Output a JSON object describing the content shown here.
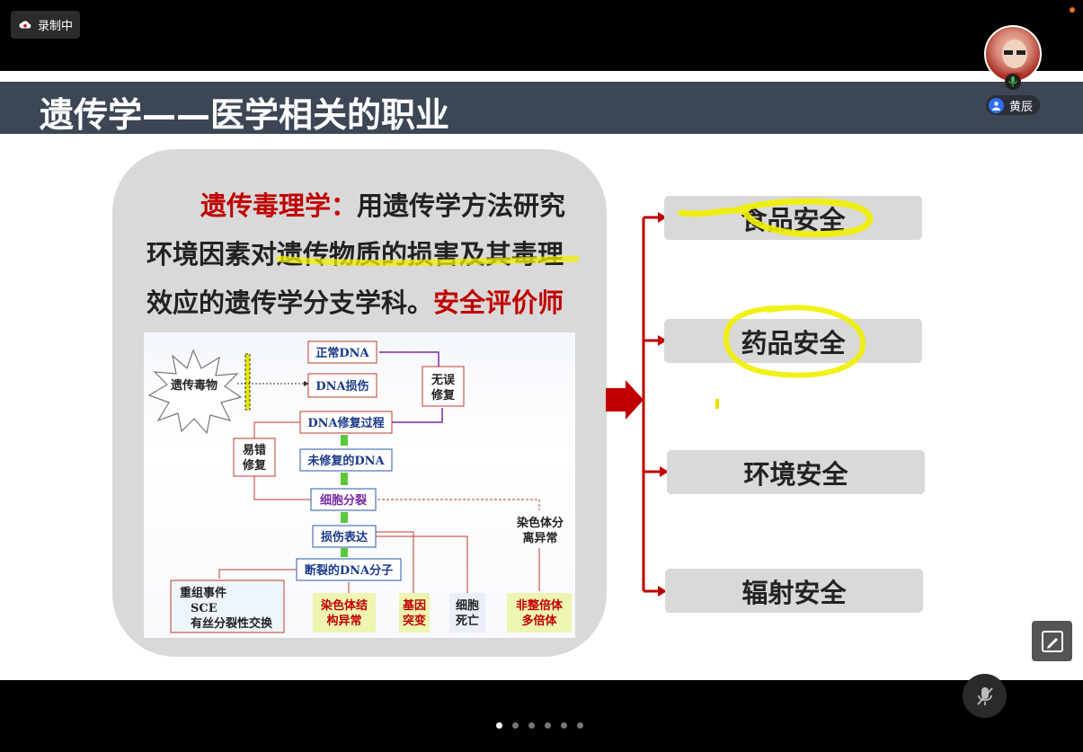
{
  "recording": {
    "label": "录制中",
    "icon": "cloud-record-icon"
  },
  "slide": {
    "title": "遗传学——医学相关的职业",
    "description": {
      "term": "遗传毒理学：",
      "text_line1": "用遗传学方法研究",
      "text_line2": "环境因素对遗传物质的损害及其毒理",
      "text_line3": "效应的遗传学分支学科。",
      "role": "安全评价师"
    },
    "diagram": {
      "agent": "遗传毒物",
      "normal_dna": "正常DNA",
      "dna_damage": "DNA损伤",
      "error_free_repair": [
        "无误",
        "修复"
      ],
      "repair_process": "DNA修复过程",
      "error_prone_repair": [
        "易错",
        "修复"
      ],
      "unrepaired_dna": "未修复的DNA",
      "cell_division": "细胞分裂",
      "chromosome_segregation": [
        "染色体分",
        "离异常"
      ],
      "damage_expression": "损伤表达",
      "broken_dna": "断裂的DNA分子",
      "recombination": [
        "重组事件",
        "SCE",
        "有丝分裂性交换"
      ],
      "structural_aberration": [
        "染色体结",
        "构异常"
      ],
      "gene_mutation": [
        "基因",
        "突变"
      ],
      "cell_death": [
        "细胞",
        "死亡"
      ],
      "aneuploidy": [
        "非整倍体",
        "多倍体"
      ]
    },
    "outcomes": [
      "食品安全",
      "药品安全",
      "环境安全",
      "辐射安全"
    ]
  },
  "participant": {
    "name": "黄辰",
    "icon": "user-icon"
  },
  "pager": {
    "count": 6,
    "active": 0
  },
  "controls": {
    "edit": "edit-icon",
    "mic": "mic-muted-icon"
  },
  "colors": {
    "title_bar": "#3c4655",
    "accent_red": "#c00000",
    "highlight": "#f0f000",
    "panel": "#d9d9d9"
  }
}
